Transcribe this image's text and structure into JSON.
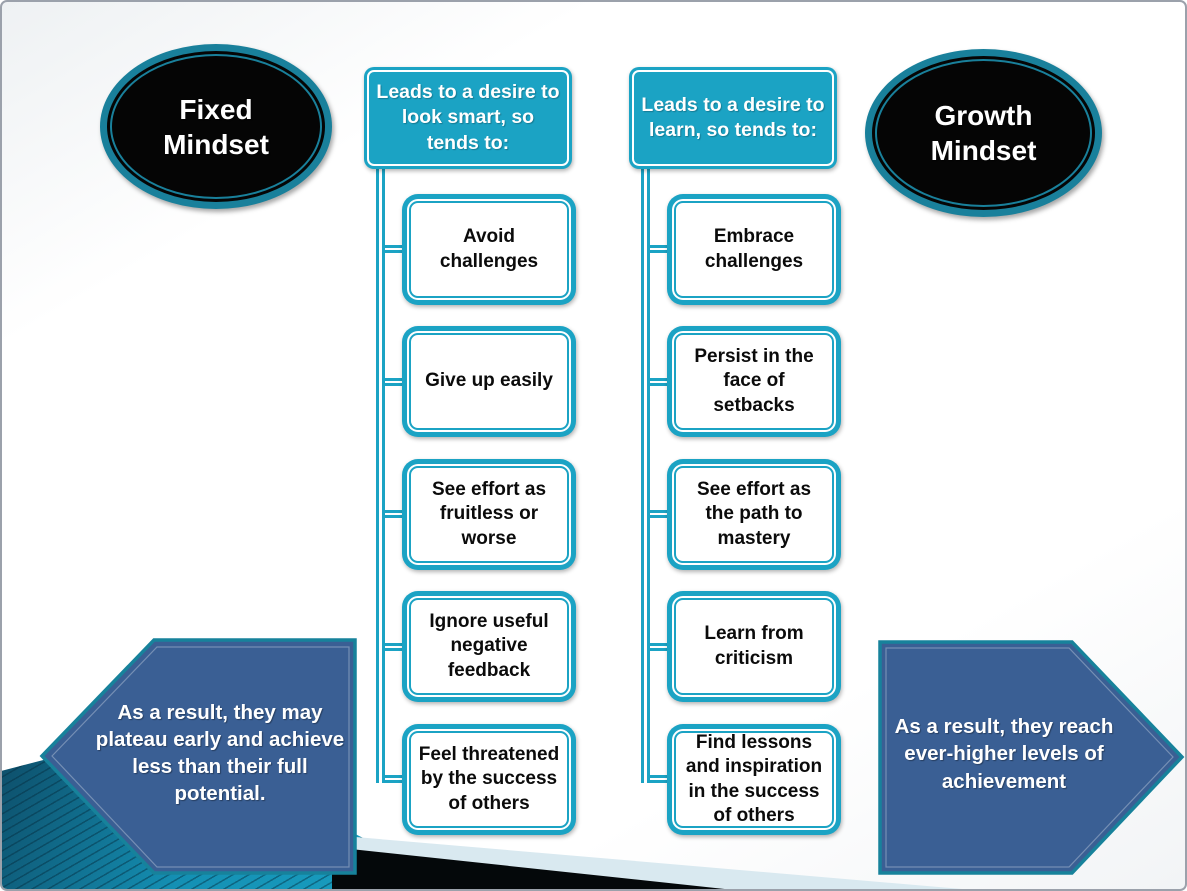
{
  "slide": {
    "fixed_oval_label": "Fixed Mindset",
    "growth_oval_label": "Growth Mindset",
    "left_column": {
      "header": "Leads to a desire to look smart, so tends to:",
      "items": [
        "Avoid challenges",
        "Give up easily",
        "See effort as fruitless or worse",
        "Ignore useful negative feedback",
        "Feel threatened by the success of others"
      ]
    },
    "right_column": {
      "header": "Leads to a desire to learn, so tends to:",
      "items": [
        "Embrace challenges",
        "Persist in the face of setbacks",
        "See effort as the path to mastery",
        "Learn from criticism",
        "Find lessons and inspiration in the success of others"
      ]
    },
    "left_result": "As a result, they may plateau early and achieve less than their full potential.",
    "right_result": "As a result, they reach ever-higher levels of achievement"
  },
  "colors": {
    "teal": "#1BA3C4",
    "teal_dark": "#19809B",
    "result_blue": "#3A5F94",
    "result_border": "#17829B",
    "ice": "#D9E9F0",
    "band_black": "#04080A",
    "border_gray": "#9BA1AB",
    "node_fill": "#050505"
  }
}
